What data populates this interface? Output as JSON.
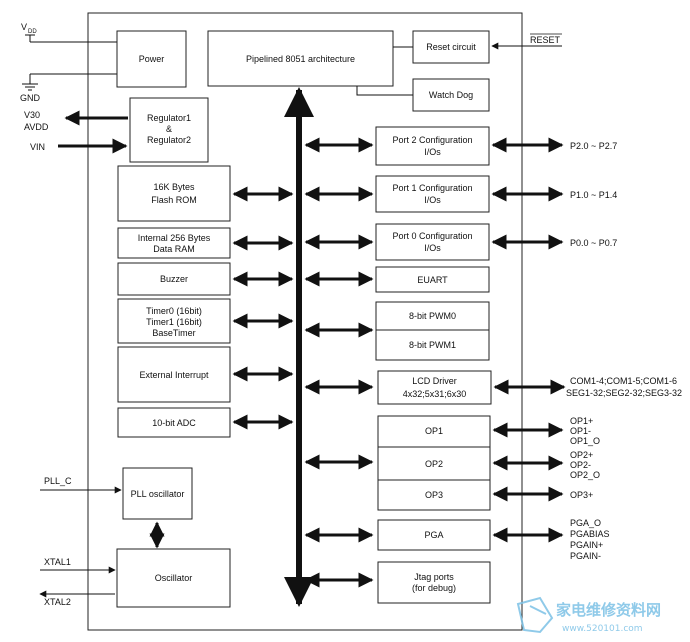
{
  "pins": {
    "vdd": "V",
    "vdd_sub": "DD",
    "gnd": "GND",
    "v30": "V30",
    "avdd": "AVDD",
    "vin": "VIN",
    "pll_c": "PLL_C",
    "xtal1": "XTAL1",
    "xtal2": "XTAL2",
    "reset": "RESET"
  },
  "blocks": {
    "power": "Power",
    "pipelined": "Pipelined  8051 architecture",
    "reset_circuit": "Reset circuit",
    "watchdog": "Watch Dog",
    "regulator": [
      "Regulator1",
      "&",
      "Regulator2"
    ],
    "flash": [
      "16K Bytes",
      "Flash ROM"
    ],
    "ram": [
      "Internal 256 Bytes",
      "Data RAM"
    ],
    "buzzer": "Buzzer",
    "timer": [
      "Timer0 (16bit)",
      "Timer1 (16bit)",
      "BaseTimer"
    ],
    "ext_int": "External Interrupt",
    "adc": "10-bit ADC",
    "pll": "PLL oscillator",
    "osc": "Oscillator",
    "port2": [
      "Port 2 Configuration",
      "I/Os"
    ],
    "port1": [
      "Port 1 Configuration",
      "I/Os"
    ],
    "port0": [
      "Port 0 Configuration",
      "I/Os"
    ],
    "euart": "EUART",
    "pwm0": "8-bit PWM0",
    "pwm1": "8-bit PWM1",
    "lcd": [
      "LCD Driver",
      "4x32;5x31;6x30"
    ],
    "op1": "OP1",
    "op2": "OP2",
    "op3": "OP3",
    "pga": "PGA",
    "jtag": [
      "Jtag ports",
      "(for debug)"
    ]
  },
  "outputs": {
    "p2": "P2.0 ~ P2.7",
    "p1": "P1.0 ~ P1.4",
    "p0": "P0.0 ~ P0.7",
    "lcd": [
      "COM1-4;COM1-5;COM1-6",
      "SEG1-32;SEG2-32;SEG3-32"
    ],
    "op1": [
      "OP1+",
      "OP1-",
      "OP1_O"
    ],
    "op2": [
      "OP2+",
      "OP2-",
      "OP2_O"
    ],
    "op3": "OP3+",
    "pga": [
      "PGA_O",
      "PGABIAS",
      "PGAIN+",
      "PGAIN-"
    ]
  },
  "watermark": {
    "cn": "家电维修资料网",
    "url": "www.520101.com"
  }
}
